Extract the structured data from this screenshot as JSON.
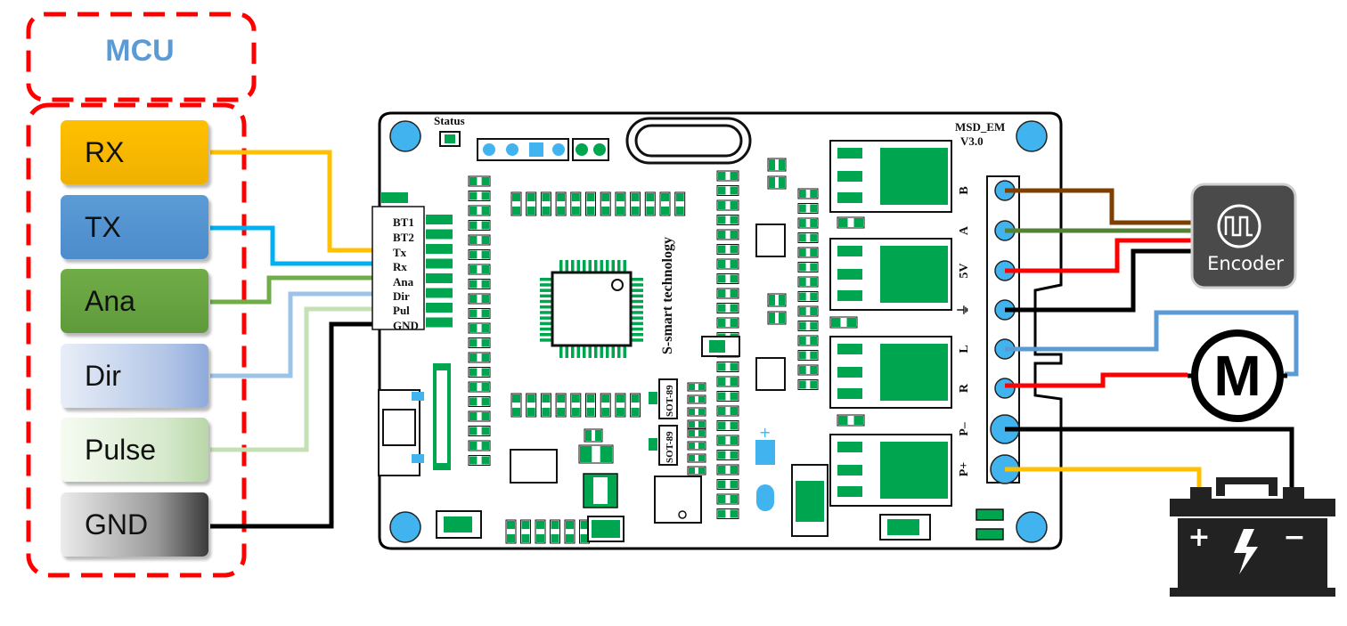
{
  "mcu": {
    "title": "MCU",
    "pins": [
      {
        "label": "RX",
        "color": "#ffc000"
      },
      {
        "label": "TX",
        "color": "#5b9bd5"
      },
      {
        "label": "Ana",
        "color": "#70ad47"
      },
      {
        "label": "Dir",
        "color": "#c7d6ee"
      },
      {
        "label": "Pulse",
        "color": "#d8ecd0"
      },
      {
        "label": "GND",
        "color": "#8a8a8a"
      }
    ]
  },
  "board": {
    "status_label": "Status",
    "model": "MSD_EM",
    "version": "V3.0",
    "left_header_pins": [
      "BT1",
      "BT2",
      "Tx",
      "Rx",
      "Ana",
      "Dir",
      "Pul",
      "GND"
    ],
    "right_terminal_pins": [
      "B",
      "A",
      "5V",
      "⏚",
      "L",
      "R",
      "P–",
      "P+"
    ],
    "chip_brand": "S-smart technology",
    "part_marking": "SOT-89",
    "plus_mark": "+"
  },
  "encoder": {
    "label": "Encoder"
  },
  "motor": {
    "symbol": "M"
  },
  "battery": {
    "plus": "+",
    "minus": "−"
  },
  "colors": {
    "pcb_green": "#00a550",
    "pad_blue": "#41b4f0",
    "dashed_red": "#ff0000",
    "wire_rx": "#ffc000",
    "wire_tx": "#00b0f0",
    "wire_ana": "#70ad47",
    "wire_dir": "#9dc3e6",
    "wire_pul": "#c5e0b4",
    "wire_gnd": "#000000",
    "wire_brown": "#7f3f00",
    "wire_olive": "#548235",
    "wire_red": "#ff0000",
    "wire_motor_blue": "#5b9bd5"
  }
}
